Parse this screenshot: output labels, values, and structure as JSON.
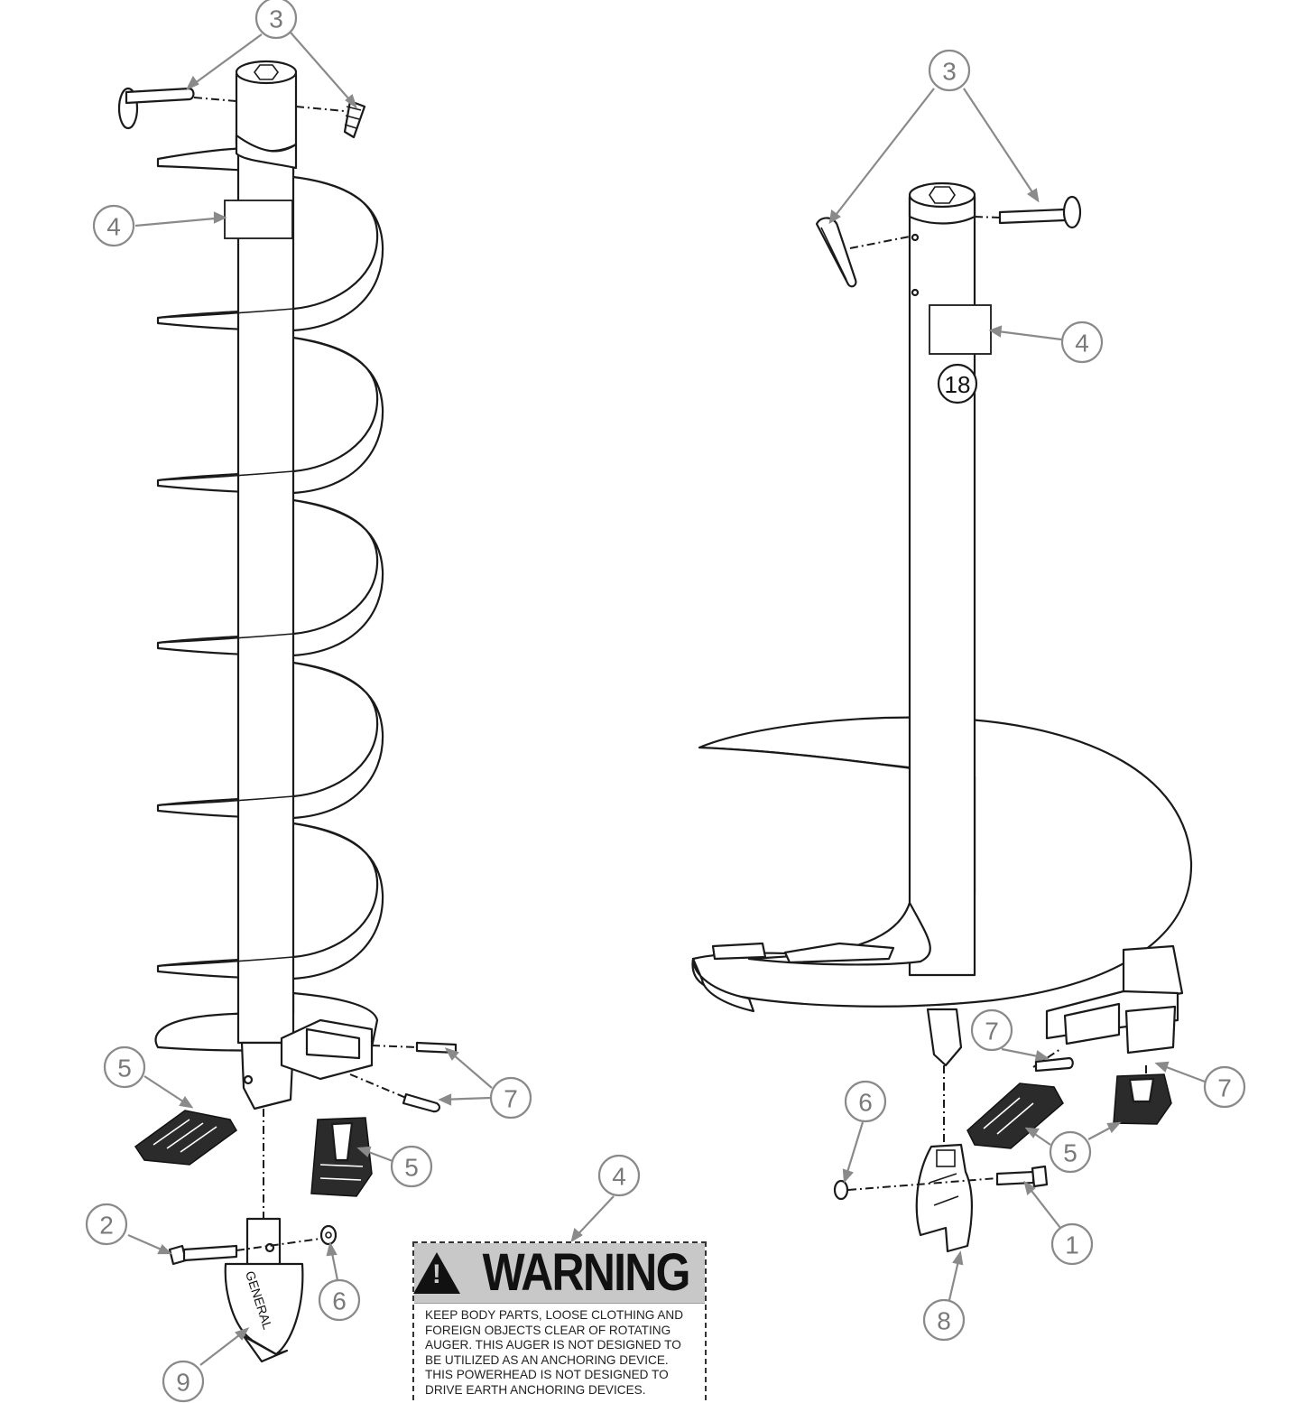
{
  "callouts": {
    "c3_left": "3",
    "c4_left": "4",
    "c5_left_a": "5",
    "c5_left_b": "5",
    "c7_left": "7",
    "c2_left": "2",
    "c6_left": "6",
    "c9_left": "9",
    "c4_label": "4",
    "c3_right": "3",
    "c4_right": "4",
    "c7_right_a": "7",
    "c7_right_b": "7",
    "c6_right": "6",
    "c5_right": "5",
    "c1_right": "1",
    "c8_right": "8"
  },
  "diagram_marks": {
    "size_mark": "18",
    "tooth_brand": "GENERAL"
  },
  "warning": {
    "title": "WARNING",
    "lines": [
      "KEEP BODY PARTS, LOOSE CLOTHING AND",
      "FOREIGN OBJECTS CLEAR OF ROTATING",
      "AUGER. THIS AUGER IS NOT DESIGNED TO",
      "BE UTILIZED AS AN ANCHORING DEVICE.",
      "THIS POWERHEAD IS NOT DESIGNED TO",
      "DRIVE EARTH ANCHORING DEVICES."
    ]
  },
  "colors": {
    "line": "#1a1a1a",
    "callout": "#8a8a8a",
    "warning_header": "#c8c8c8"
  }
}
